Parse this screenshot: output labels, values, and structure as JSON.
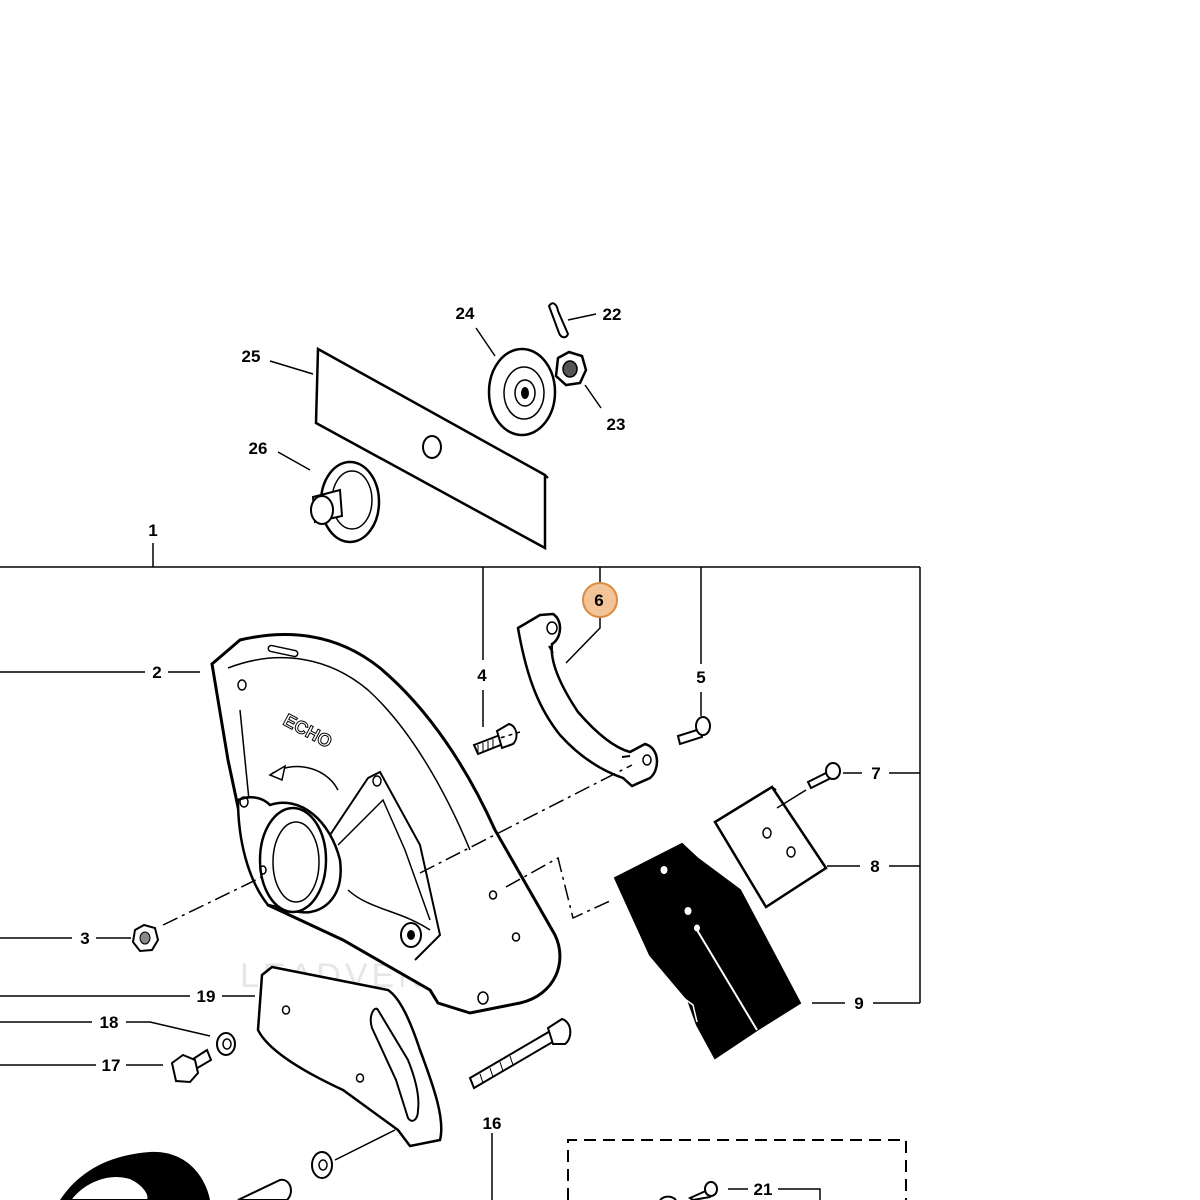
{
  "labels": {
    "c1": "1",
    "c2": "2",
    "c3": "3",
    "c4": "4",
    "c5": "5",
    "c6": "6",
    "c7": "7",
    "c8": "8",
    "c9": "9",
    "c16": "16",
    "c17": "17",
    "c18": "18",
    "c19": "19",
    "c21": "21",
    "c22": "22",
    "c23": "23",
    "c24": "24",
    "c25": "25",
    "c26": "26"
  },
  "highlighted_callout": "6",
  "watermark": "LEADVENTURE",
  "colors": {
    "ink": "#000000",
    "highlight_fill": "#f3c497",
    "highlight_stroke": "#d98a3c",
    "watermark": "#e6e6e6"
  }
}
